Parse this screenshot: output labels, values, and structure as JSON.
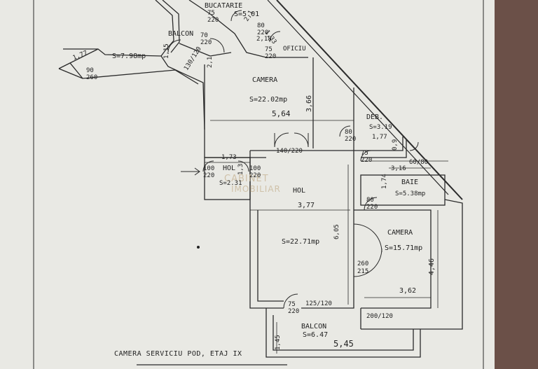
{
  "rooms": {
    "bucatarie": {
      "name": "BUCATARIE",
      "area": "S=5.01"
    },
    "balcon_top": {
      "name": "BALCON",
      "area": "S=7.98mp"
    },
    "camera_top": {
      "name": "CAMERA",
      "area": "S=22.02mp"
    },
    "oficiu": {
      "name": "OFICIU"
    },
    "debara": {
      "name": "DEB.",
      "area": "S=3.19"
    },
    "hol_small": {
      "name": "HOL",
      "area": "S=2.31"
    },
    "hol_main": {
      "name": "HOL"
    },
    "baie": {
      "name": "BAIE",
      "area": "S=5.38mp"
    },
    "living": {
      "area": "S=22.71mp"
    },
    "camera_right": {
      "name": "CAMERA",
      "area": "S=15.71mp"
    },
    "balcon_bottom": {
      "name": "BALCON",
      "area": "S=6.47"
    }
  },
  "dimensions": {
    "d_564": "5,64",
    "d_366": "3,66",
    "d_177a": "1,77",
    "d_177b": "1,77",
    "d_173": "1,73",
    "d_316": "3,16",
    "d_377": "3,77",
    "d_605": "6,05",
    "d_362": "3,62",
    "d_446": "4,46",
    "d_545": "5,45",
    "d_145": "1,45",
    "d_115": "1,15",
    "d_174": "1,74",
    "d_09": "0,9",
    "d_13": "1,3",
    "d_21a": "2,1",
    "d_21b": "2,1",
    "d_133": "1,33"
  },
  "doors": {
    "k_75_220": "75\n220",
    "k_70_220": "70\n220",
    "k_80_220a": "80\n220",
    "k_218": "2,18",
    "k_75_220b": "75\n220",
    "k_90_260": "90\n260",
    "k_130_120": "130/120",
    "d_140_220": "140/220",
    "d_80_220_deb": "80\n220",
    "d_75_220_deb": "75\n220",
    "d_60_80": "60/80",
    "d_100_220_l": "100\n220",
    "d_100_220_r": "100\n220",
    "d_80_220_baie": "80\n220",
    "d_260_215": "260\n215",
    "d_75_220_bal": "75\n220",
    "d_125_120": "125/120",
    "d_200_120": "200/120"
  },
  "watermark": {
    "line1": "CABINET",
    "line2": "IMOBILIAR"
  },
  "caption": "CAMERA SERVICIU POD, ETAJ IX"
}
